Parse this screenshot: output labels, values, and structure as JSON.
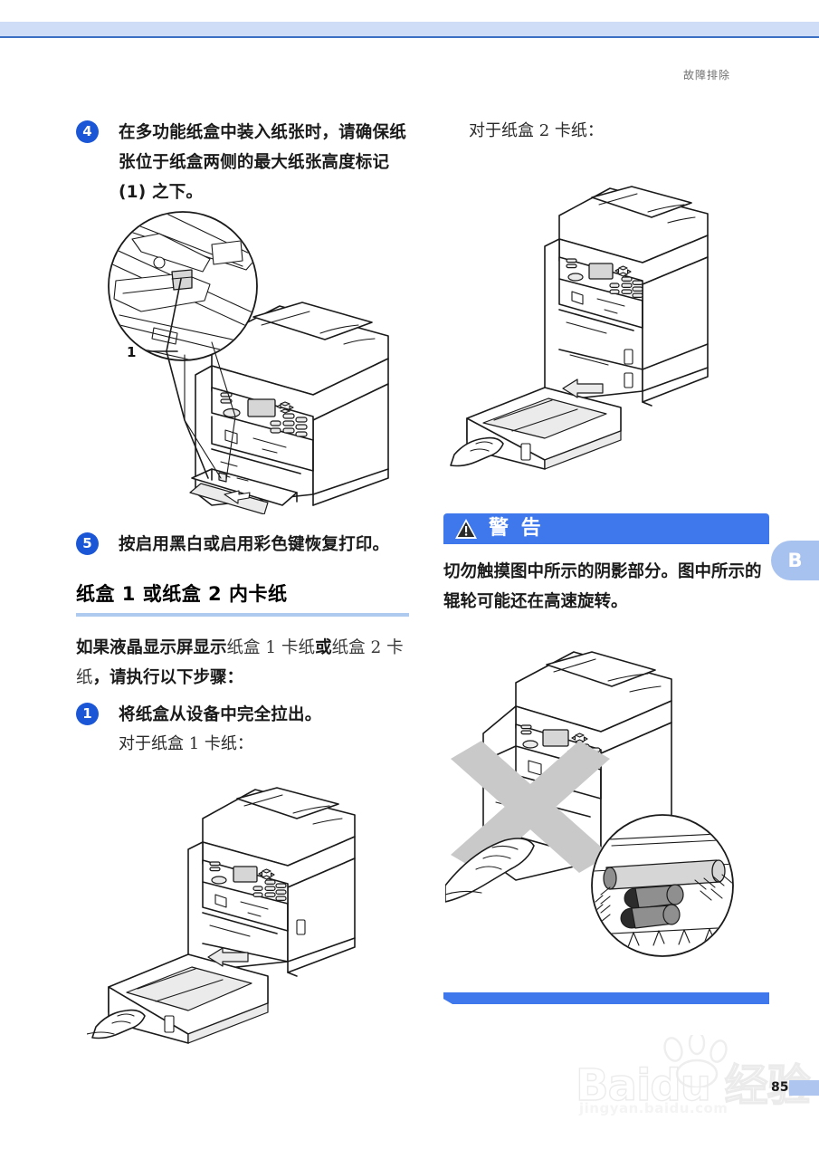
{
  "document": {
    "running_header": "故障排除",
    "page_number": "85",
    "side_tab_label": "B"
  },
  "left_column": {
    "step4": {
      "number": "4",
      "text": "在多功能纸盒中装入纸张时，请确保纸张位于纸盒两侧的最大纸张高度标记 (1) 之下。"
    },
    "figure_mp_tray": {
      "callout_label": "1",
      "caption": ""
    },
    "step5": {
      "number": "5",
      "text_part1": "按",
      "bold1": "启用黑白",
      "text_part2": "或",
      "bold2": "启用彩色",
      "text_part3": "键恢复打印。"
    },
    "section_heading": "纸盒 1 或纸盒 2 内卡纸",
    "lead_paragraph": {
      "p1": "如果液晶显示屏显示",
      "lcd1": "纸盒 1 卡纸",
      "p2": "或",
      "lcd2": "纸盒 2 卡纸",
      "p3": "，请执行以下步骤："
    },
    "step1": {
      "number": "1",
      "text": "将纸盒从设备中完全拉出。",
      "subtext": "对于纸盒 1 卡纸："
    }
  },
  "right_column": {
    "tray2_caption": "对于纸盒 2 卡纸：",
    "warning": {
      "icon": "warning-triangle-icon",
      "title": "警 告",
      "body": "切勿触摸图中所示的阴影部分。图中所示的辊轮可能还在高速旋转。"
    }
  },
  "watermark": {
    "brand": "Baidu 经验",
    "brand_latin": "Baidu",
    "brand_cjk": "经验",
    "url": "jingyan.baidu.com"
  },
  "colors": {
    "accent_blue": "#3f78ed",
    "badge_blue": "#1a56d6",
    "rule_blue": "#aecbef",
    "band_blue": "#cfddf6",
    "tab_blue": "#a8c2ef"
  }
}
